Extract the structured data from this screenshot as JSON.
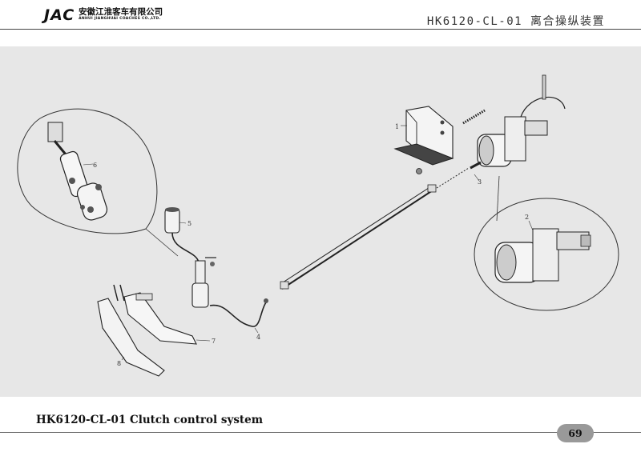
{
  "header": {
    "logo_mark": "JAC",
    "company_cn": "安徽江淮客车有限公司",
    "company_en": "ANHUI JIANGHUAI COACHES CO.,LTD.",
    "document_title": "HK6120-CL-01 离合操纵装置"
  },
  "diagram": {
    "callouts": [
      "1",
      "2",
      "3",
      "4",
      "5",
      "6",
      "7",
      "8"
    ]
  },
  "footer": {
    "title": "HK6120-CL-01 Clutch control system",
    "page_number": "69"
  }
}
